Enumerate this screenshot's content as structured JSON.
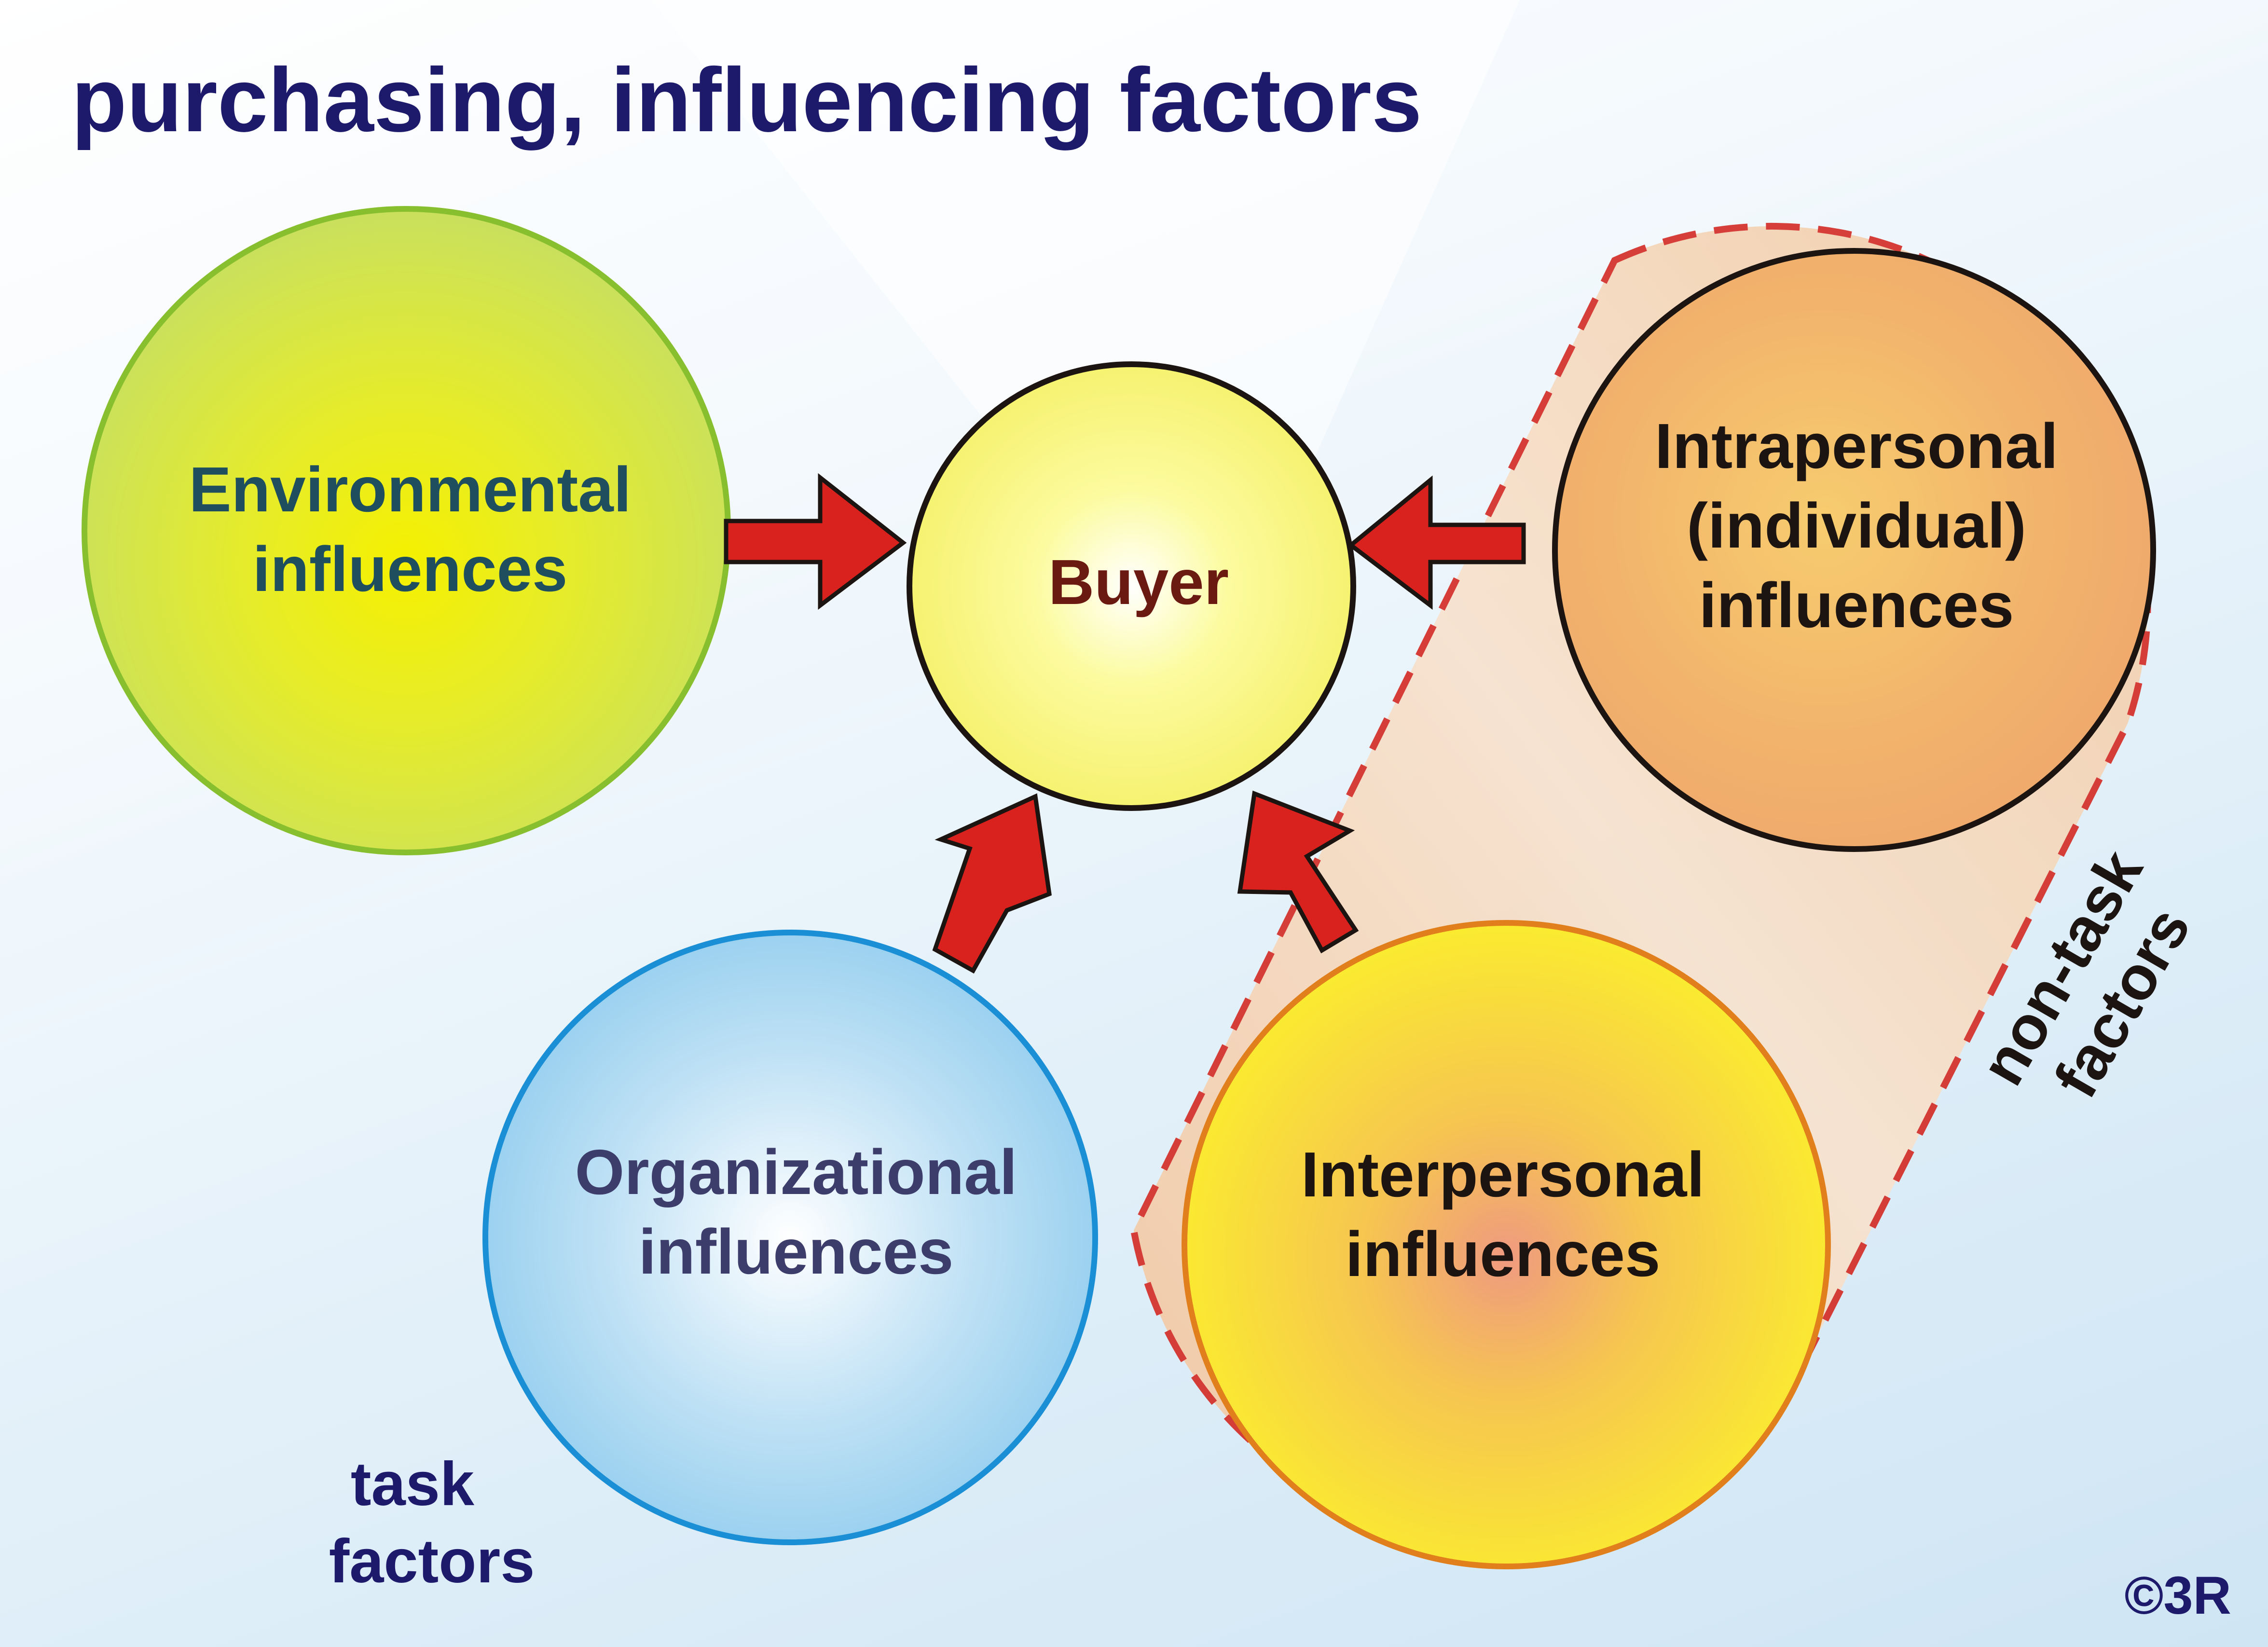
{
  "title": "purchasing, influencing factors",
  "nodes": {
    "buyer": {
      "label": "Buyer"
    },
    "environmental": {
      "line1": "Environmental",
      "line2": "influences"
    },
    "organizational": {
      "line1": "Organizational",
      "line2": "influences"
    },
    "interpersonal": {
      "line1": "Interpersonal",
      "line2": "influences"
    },
    "intrapersonal": {
      "line1": "Intrapersonal",
      "line2": "(individual)",
      "line3": "influences"
    }
  },
  "groups": {
    "task": {
      "line1": "task",
      "line2": "factors"
    },
    "non_task": {
      "line1": "non-task",
      "line2": "factors"
    }
  },
  "copyright": "©3R",
  "colors": {
    "title": "#1e1a6b",
    "buyer_text": "#6b1a12",
    "environmental_text": "#1f4f5e",
    "organizational_text": "#3d3d6b",
    "dark_text": "#1c1410",
    "arrow_fill": "#d9221e",
    "nontask_dash": "#d42a24"
  }
}
